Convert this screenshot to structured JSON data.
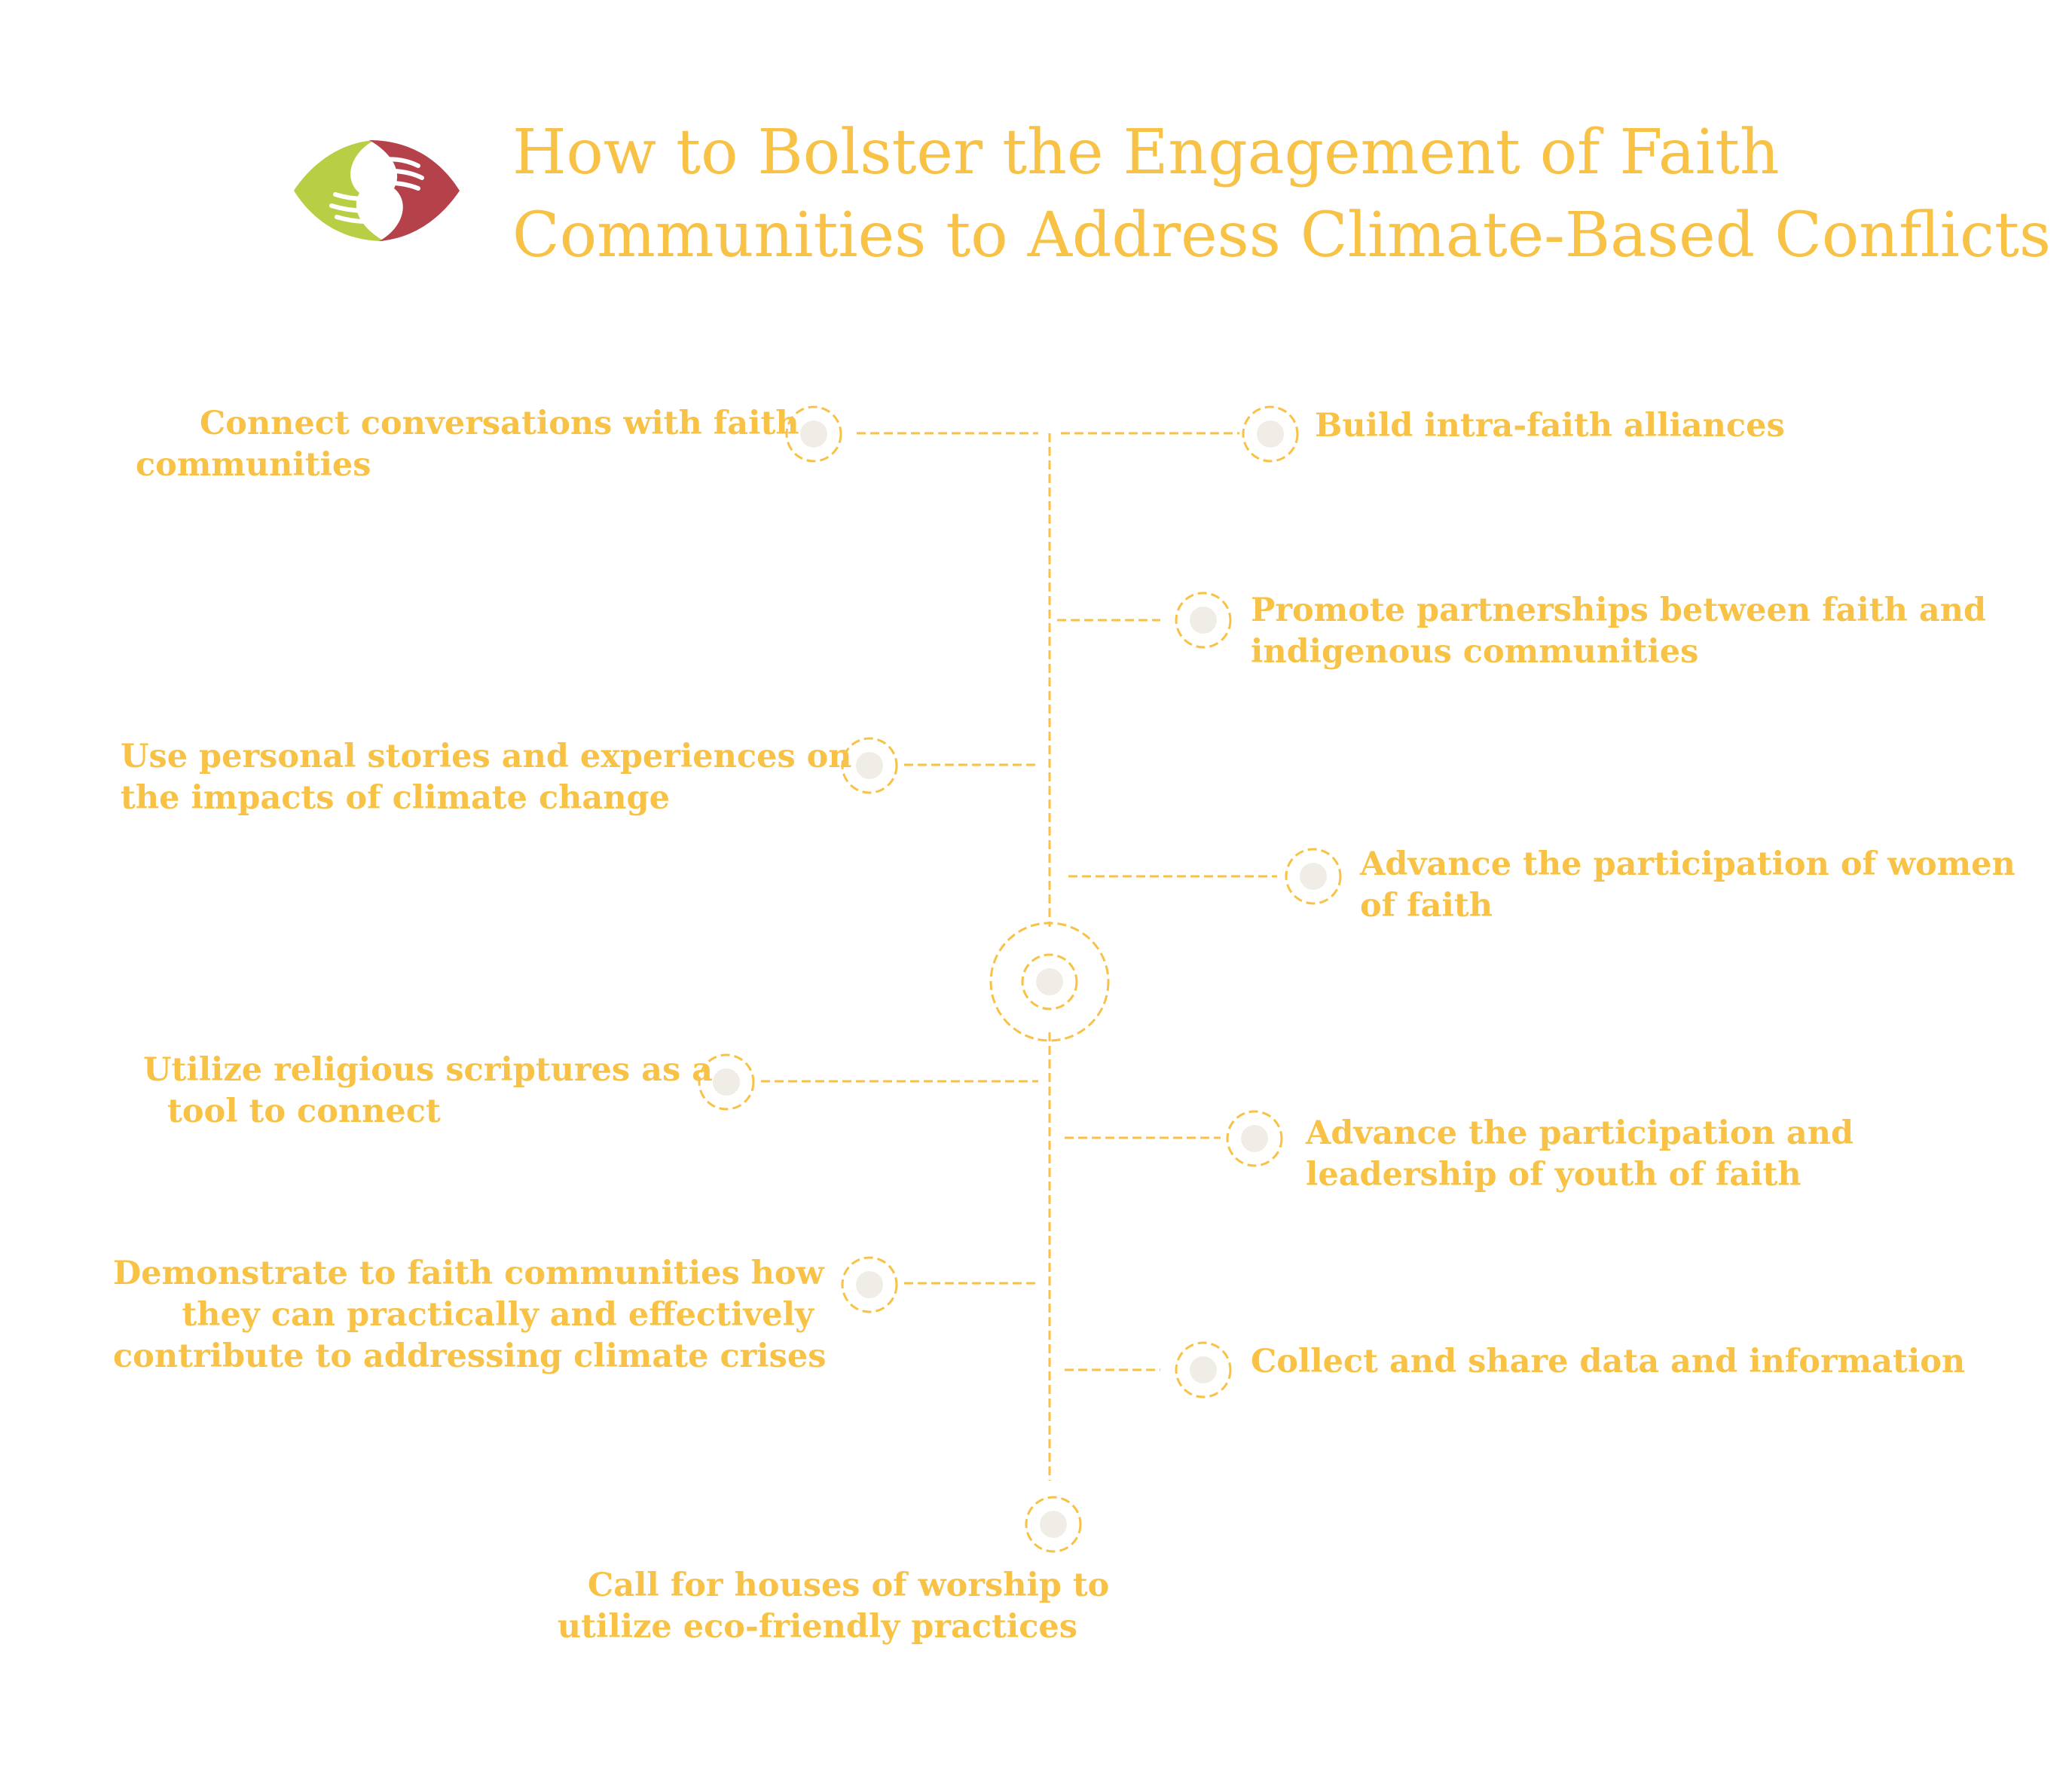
{
  "title": {
    "line1": "How to Bolster the Engagement of Faith",
    "line2": "Communities to Address Climate-Based Conflicts"
  },
  "logo": {
    "icon": "hands-logo-icon",
    "colors": {
      "left": "#b8cf45",
      "right": "#b5424b"
    }
  },
  "colors": {
    "accent": "#f7c245",
    "node_fill": "#efede6",
    "background": "#ffffff"
  },
  "items": [
    {
      "id": "connect-conversations",
      "side": "left",
      "lines": [
        "Connect conversations with faith",
        "communities"
      ]
    },
    {
      "id": "intra-faith-alliances",
      "side": "right",
      "lines": [
        "Build intra-faith alliances"
      ]
    },
    {
      "id": "indigenous-partnerships",
      "side": "right",
      "lines": [
        "Promote partnerships between faith and",
        "indigenous communities"
      ]
    },
    {
      "id": "personal-stories",
      "side": "left",
      "lines": [
        "Use personal stories and experiences on",
        "the impacts of climate change"
      ]
    },
    {
      "id": "women-of-faith",
      "side": "right",
      "lines": [
        "Advance the participation of women",
        "of faith"
      ]
    },
    {
      "id": "religious-scriptures",
      "side": "left",
      "lines": [
        "Utilize religious scriptures as a",
        "tool to connect"
      ]
    },
    {
      "id": "youth-of-faith",
      "side": "right",
      "lines": [
        "Advance the participation and",
        "leadership of youth of faith"
      ]
    },
    {
      "id": "demonstrate-practical",
      "side": "left",
      "lines": [
        "Demonstrate to faith communities how",
        "they can practically and effectively",
        "contribute to addressing climate crises"
      ]
    },
    {
      "id": "data-information",
      "side": "right",
      "lines": [
        "Collect and share data and information"
      ]
    },
    {
      "id": "eco-friendly-worship",
      "side": "bottom",
      "lines": [
        "Call for houses of worship to",
        "utilize eco-friendly practices"
      ]
    }
  ]
}
